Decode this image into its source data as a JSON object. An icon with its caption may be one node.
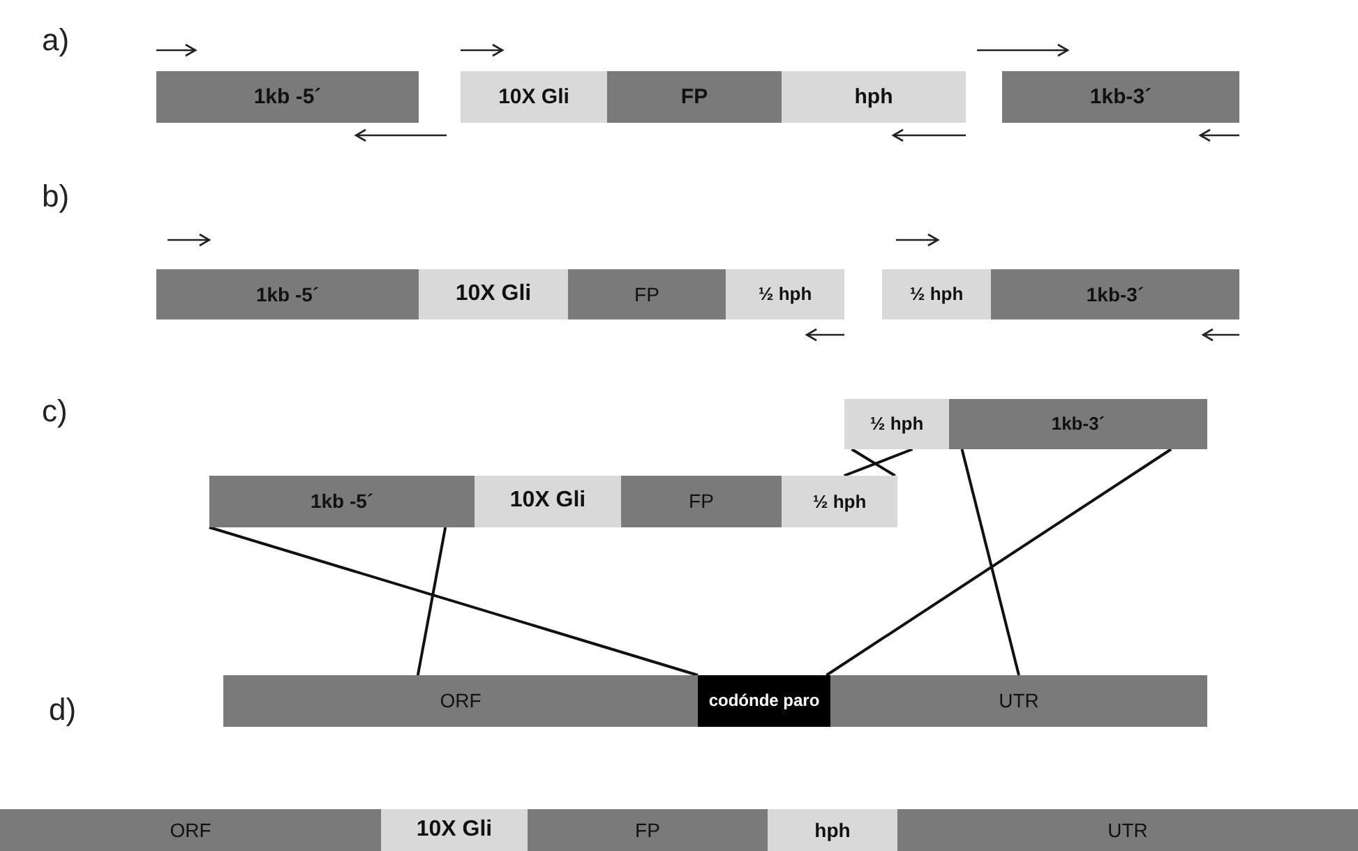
{
  "diagram": {
    "nodes": [
      {
        "text": [
          "1kb -5´"
        ]
      },
      {
        "text": [
          "10X Gli"
        ]
      },
      {
        "text": [
          "FP"
        ]
      },
      {
        "text": [
          "hph"
        ]
      },
      {
        "text": [
          "1kb-3´"
        ]
      },
      {
        "text": [
          "1kb -5´"
        ]
      },
      {
        "text": [
          "10X Gli"
        ]
      },
      {
        "text": [
          "FP"
        ]
      },
      {
        "text": [
          "½ hph"
        ]
      },
      {
        "text": [
          "½ hph"
        ]
      },
      {
        "text": [
          "1kb-3´"
        ]
      },
      {
        "text": [
          "½ hph"
        ]
      },
      {
        "text": [
          "1kb-3´"
        ]
      },
      {
        "text": [
          "1kb -5´"
        ]
      },
      {
        "text": [
          "10X Gli"
        ]
      },
      {
        "text": [
          "FP"
        ]
      },
      {
        "text": [
          "½ hph"
        ]
      },
      {
        "text": [
          "ORF"
        ]
      },
      {
        "text": [
          "codónde paro"
        ]
      },
      {
        "text": [
          "UTR"
        ]
      },
      {
        "text": [
          "ORF"
        ]
      },
      {
        "text": [
          "10X Gli"
        ]
      },
      {
        "text": [
          "FP"
        ]
      },
      {
        "text": [
          "hph"
        ]
      },
      {
        "text": [
          "UTR"
        ]
      }
    ],
    "edges": [
      {
        "from": 13,
        "to": 18,
        "arrow": "none"
      },
      {
        "from": 13,
        "to": 17,
        "arrow": "none"
      },
      {
        "from": 12,
        "to": 18,
        "arrow": "none"
      },
      {
        "from": 12,
        "to": 19,
        "arrow": "none"
      },
      {
        "from": 11,
        "to": 16,
        "arrow": "none"
      },
      {
        "from": 11,
        "to": 16,
        "arrow": "none"
      }
    ],
    "labels": [
      "a)",
      "b)",
      "c)",
      "d)"
    ]
  }
}
